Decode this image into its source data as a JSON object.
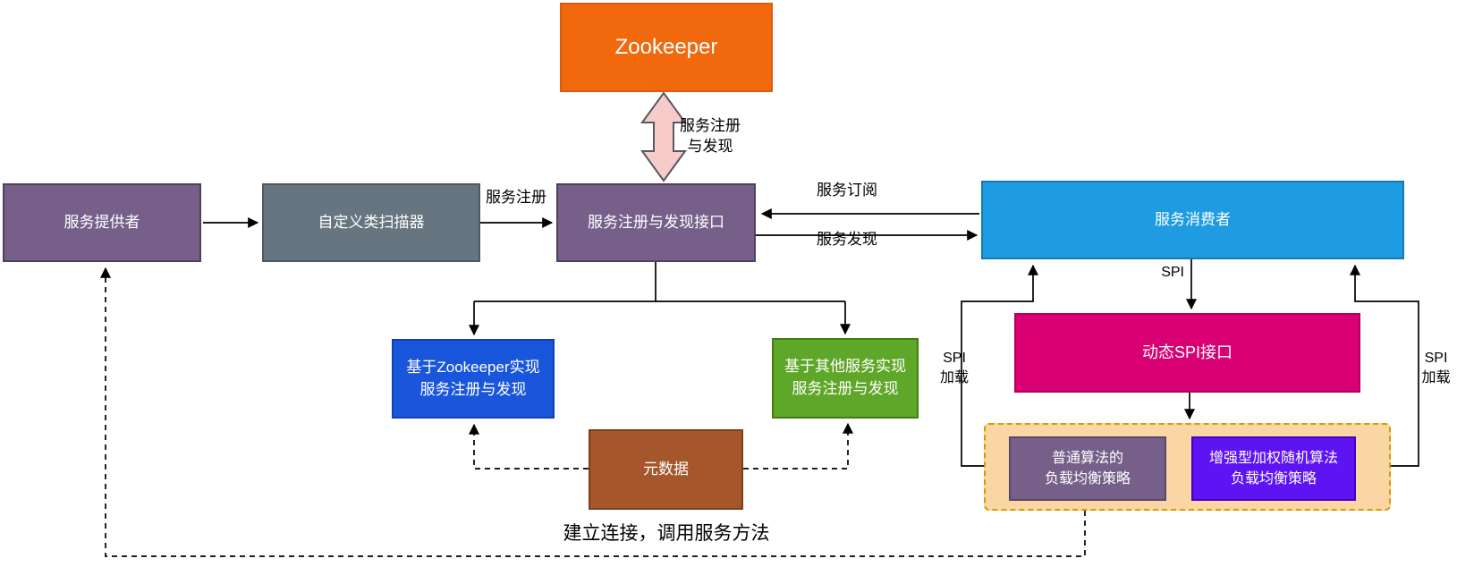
{
  "nodes": {
    "zookeeper": "Zookeeper",
    "provider": "服务提供者",
    "scanner": "自定义类扫描器",
    "registry_interface": "服务注册与发现接口",
    "consumer": "服务消费者",
    "zk_impl": "基于Zookeeper实现\n服务注册与发现",
    "other_impl": "基于其他服务实现\n服务注册与发现",
    "metadata": "元数据",
    "spi_interface": "动态SPI接口",
    "normal_strategy": "普通算法的\n负载均衡策略",
    "enhanced_strategy": "增强型加权随机算法\n负载均衡策略"
  },
  "edge_labels": {
    "zookeeper_sync": "服务注册\n与发现",
    "service_register": "服务注册",
    "service_subscribe": "服务订阅",
    "service_discover": "服务发现",
    "spi": "SPI",
    "spi_load_left": "SPI\n加载",
    "spi_load_right": "SPI\n加载",
    "connect_invoke": "建立连接，调用服务方法"
  },
  "colors": {
    "zookeeper_fill": "#F2690D",
    "provider_fill": "#76608A",
    "scanner_fill": "#66757F",
    "registry_interface_fill": "#76608A",
    "consumer_fill": "#1E9BE1",
    "zk_impl_fill": "#1A56DB",
    "other_impl_fill": "#5FA728",
    "metadata_fill": "#A5562B",
    "spi_interface_fill": "#D80073",
    "strategy_container_fill": "#F9D6A4",
    "strategy_container_border": "#D79B00",
    "normal_strategy_fill": "#76608A",
    "enhanced_strategy_fill": "#5D13F2",
    "sync_arrow_fill": "#F8CBCB",
    "sync_arrow_stroke": "#595959",
    "connector_stroke": "#000000"
  }
}
